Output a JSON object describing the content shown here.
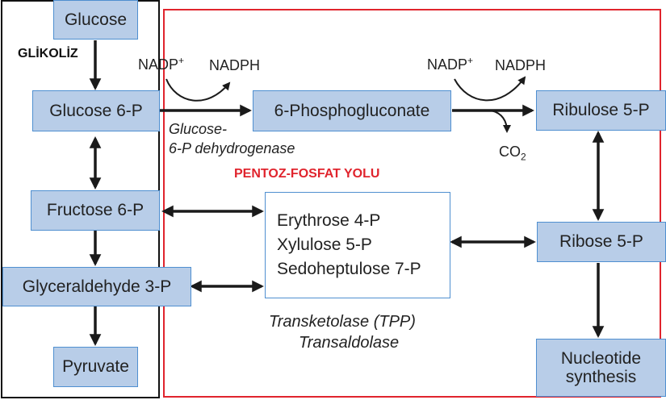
{
  "titles": {
    "glycolysis": "GLİKOLİZ",
    "ppp": "PENTOZ-FOSFAT YOLU"
  },
  "nodes": {
    "glucose": "Glucose",
    "glucose6p": "Glucose 6-P",
    "fructose6p": "Fructose 6-P",
    "glyceraldehyde3p": "Glyceraldehyde 3-P",
    "pyruvate": "Pyruvate",
    "phosphogluconate": "6-Phosphogluconate",
    "ribulose5p": "Ribulose 5-P",
    "ribose5p": "Ribose 5-P",
    "nucleotide_line1": "Nucleotide",
    "nucleotide_line2": "synthesis",
    "intermediates": [
      "Erythrose 4-P",
      "Xylulose 5-P",
      "Sedoheptulose 7-P"
    ]
  },
  "cofactors": {
    "nadp_1": "NADP",
    "nadp_1_sup": "+",
    "nadph_1": "NADPH",
    "nadp_2": "NADP",
    "nadp_2_sup": "+",
    "nadph_2": "NADPH",
    "co2": "CO",
    "co2_sub": "2"
  },
  "enzymes": {
    "g6pd_line1": "Glucose-",
    "g6pd_line2": "6-P dehydrogenase",
    "transketolase": "Transketolase (TPP)",
    "transaldolase": "Transaldolase"
  },
  "colors": {
    "node_fill": "#b8cde8",
    "node_border": "#4f8fd0",
    "glycolysis_frame": "#111111",
    "ppp_frame": "#e0242d",
    "arrow": "#1a1a1a"
  }
}
